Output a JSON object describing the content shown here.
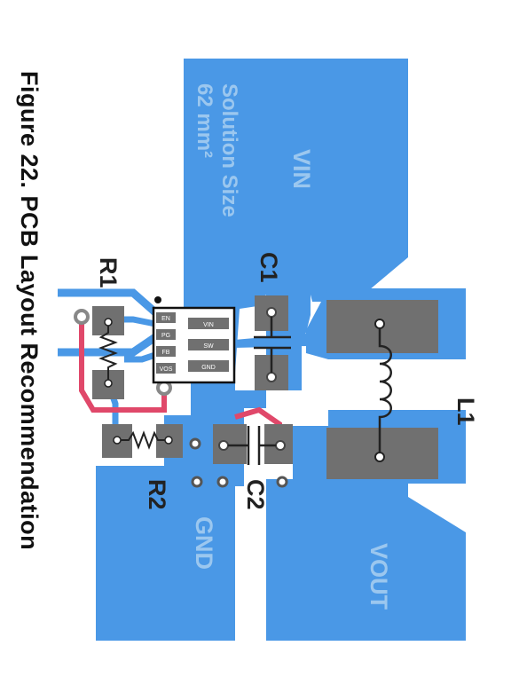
{
  "figure": {
    "caption": "Figure 22.  PCB Layout Recommendation"
  },
  "zones": {
    "vin": "VIN",
    "gnd": "GND",
    "vout": "VOUT"
  },
  "solution_size": {
    "line1": "Solution Size",
    "line2": "62 mm²"
  },
  "components": {
    "c1": "C1",
    "c2": "C2",
    "l1": "L1",
    "r1": "R1",
    "r2": "R2"
  },
  "ic_pins": {
    "left": [
      "EN",
      "PG",
      "FB",
      "VOS"
    ],
    "right": [
      "VIN",
      "SW",
      "GND"
    ]
  },
  "colors": {
    "copper": "#4a98e6",
    "pad": "#707070",
    "trace_red": "#e0486a",
    "label_light": "#9bc7ef"
  }
}
